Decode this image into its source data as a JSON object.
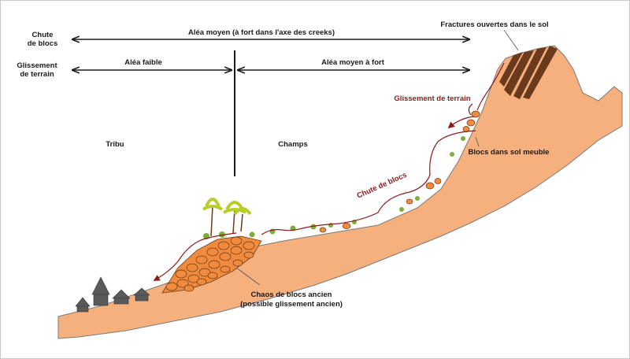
{
  "colors": {
    "ground": "#f5b07e",
    "ground_edge": "#7a7a7a",
    "chaos_block": "#f08a3c",
    "cliff_dark": "#6b3a1c",
    "trajectory": "#8b1a1a",
    "frame": "#c8c8c8",
    "palm": "#b8cc2a",
    "houses": "#5a5a5a"
  },
  "rows": {
    "rockfall_label": [
      "Chute",
      "de blocs"
    ],
    "rockfall_hazard": "Aléa moyen (à fort dans l'axe des creeks)",
    "landslide_label": [
      "Glissement",
      "de terrain"
    ],
    "landslide_low": "Aléa faible",
    "landslide_mid": "Aléa moyen à fort"
  },
  "zones": {
    "village": "Tribu",
    "fields": "Champs"
  },
  "annotations": {
    "fractures": "Fractures ouvertes dans le sol",
    "landslide": "Glissement de terrain",
    "blocks_soft_soil": "Blocs dans sol meuble",
    "rockfall": "Chute de blocs",
    "chaos": [
      "Chaos de blocs ancien",
      "(possible glissement ancien)"
    ]
  }
}
